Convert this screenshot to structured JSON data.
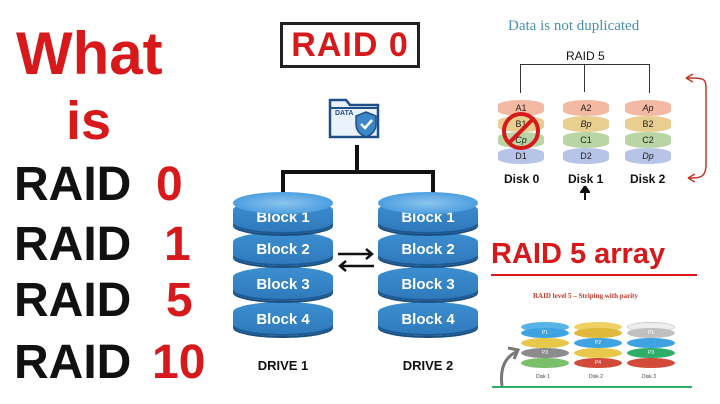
{
  "left": {
    "what": "What",
    "is": "is",
    "rows": [
      {
        "word": "RAID",
        "num": "0"
      },
      {
        "word": "RAID",
        "num": "1"
      },
      {
        "word": "RAID",
        "num": "5"
      },
      {
        "word": "RAID",
        "num": "10"
      }
    ]
  },
  "center": {
    "title": "RAID 0",
    "data_icon_label": "DATA",
    "drive1": {
      "label": "DRIVE 1",
      "blocks": [
        "Block 1",
        "Block 2",
        "Block 3",
        "Block 4"
      ]
    },
    "drive2": {
      "label": "DRIVE 2",
      "blocks": [
        "Block 1",
        "Block 2",
        "Block 3",
        "Block 4"
      ]
    }
  },
  "right_top": {
    "caption": "Data is not duplicated",
    "raid_label": "RAID 5",
    "disks": [
      {
        "label": "Disk 0",
        "segments": [
          "A1",
          "B1",
          "Cp",
          "D1"
        ]
      },
      {
        "label": "Disk 1",
        "segments": [
          "A2",
          "Bp",
          "C1",
          "D2"
        ]
      },
      {
        "label": "Disk 2",
        "segments": [
          "Ap",
          "B2",
          "C2",
          "Dp"
        ]
      }
    ]
  },
  "right_bottom": {
    "title": "RAID 5 array",
    "subtitle": "RAID level 5 – Striping with parity",
    "disks": [
      {
        "label": "Disk 1",
        "segments": [
          "P1",
          "",
          "P3",
          ""
        ]
      },
      {
        "label": "Disk 2",
        "segments": [
          "",
          "P2",
          "",
          "P4"
        ]
      },
      {
        "label": "Disk 3",
        "segments": [
          "P1",
          "",
          "P3",
          ""
        ]
      }
    ]
  },
  "colors": {
    "red": "#d7191c",
    "block_blue": "#2f78ba",
    "seg_a": "#f3b9a2",
    "seg_b": "#e9cf8f",
    "seg_c": "#b9d5a4",
    "seg_d": "#b8c3e8"
  }
}
